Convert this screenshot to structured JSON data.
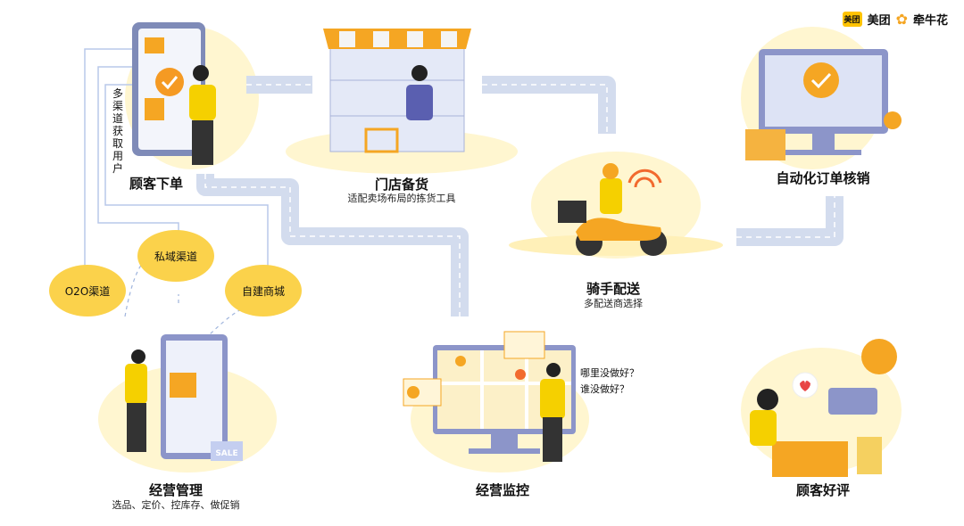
{
  "brand": {
    "meituan_badge": "美团",
    "meituan": "美团",
    "qianniuhua": "牵牛花"
  },
  "steps": {
    "order": {
      "title": "顾客下单"
    },
    "stock": {
      "title": "门店备货",
      "subtitle": "适配卖场布局的拣货工具"
    },
    "verify": {
      "title": "自动化订单核销"
    },
    "delivery": {
      "title": "骑手配送",
      "subtitle": "多配送商选择"
    },
    "manage": {
      "title": "经营管理",
      "subtitle": "选品、定价、控库存、做促销"
    },
    "monitor": {
      "title": "经营监控",
      "questions": [
        "哪里没做好？",
        "谁没做好？"
      ]
    },
    "review": {
      "title": "顾客好评"
    }
  },
  "channels": {
    "label": "多渠道获取用户",
    "items": [
      "O2O渠道",
      "私域渠道",
      "自建商城"
    ]
  },
  "colors": {
    "road": "#d3dcee",
    "yellow": "#fbd24b",
    "orange": "#f5a623",
    "light": "#fff3c4"
  }
}
